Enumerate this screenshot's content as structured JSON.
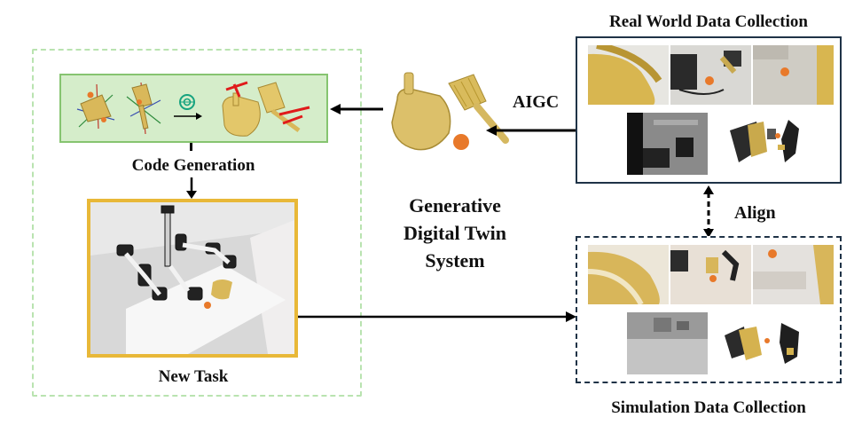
{
  "labels": {
    "real_world": "Real World Data Collection",
    "simulation": "Simulation Data Collection",
    "code_generation": "Code Generation",
    "new_task": "New Task",
    "aigc": "AIGC",
    "align": "Align",
    "system_line1": "Generative",
    "system_line2": "Digital Twin",
    "system_line3": "System"
  },
  "colors": {
    "green_dashed": "#b9e3b0",
    "green_panel_fill": "#d5edca",
    "green_panel_border": "#86c470",
    "gold_border": "#e8b838",
    "navy_border": "#1f3347",
    "arrow": "#000000",
    "object_gold": "#d9b85a",
    "orange_ball": "#e8792a"
  },
  "icons": [
    "chatgpt-logo-icon",
    "arrow-right-icon"
  ]
}
